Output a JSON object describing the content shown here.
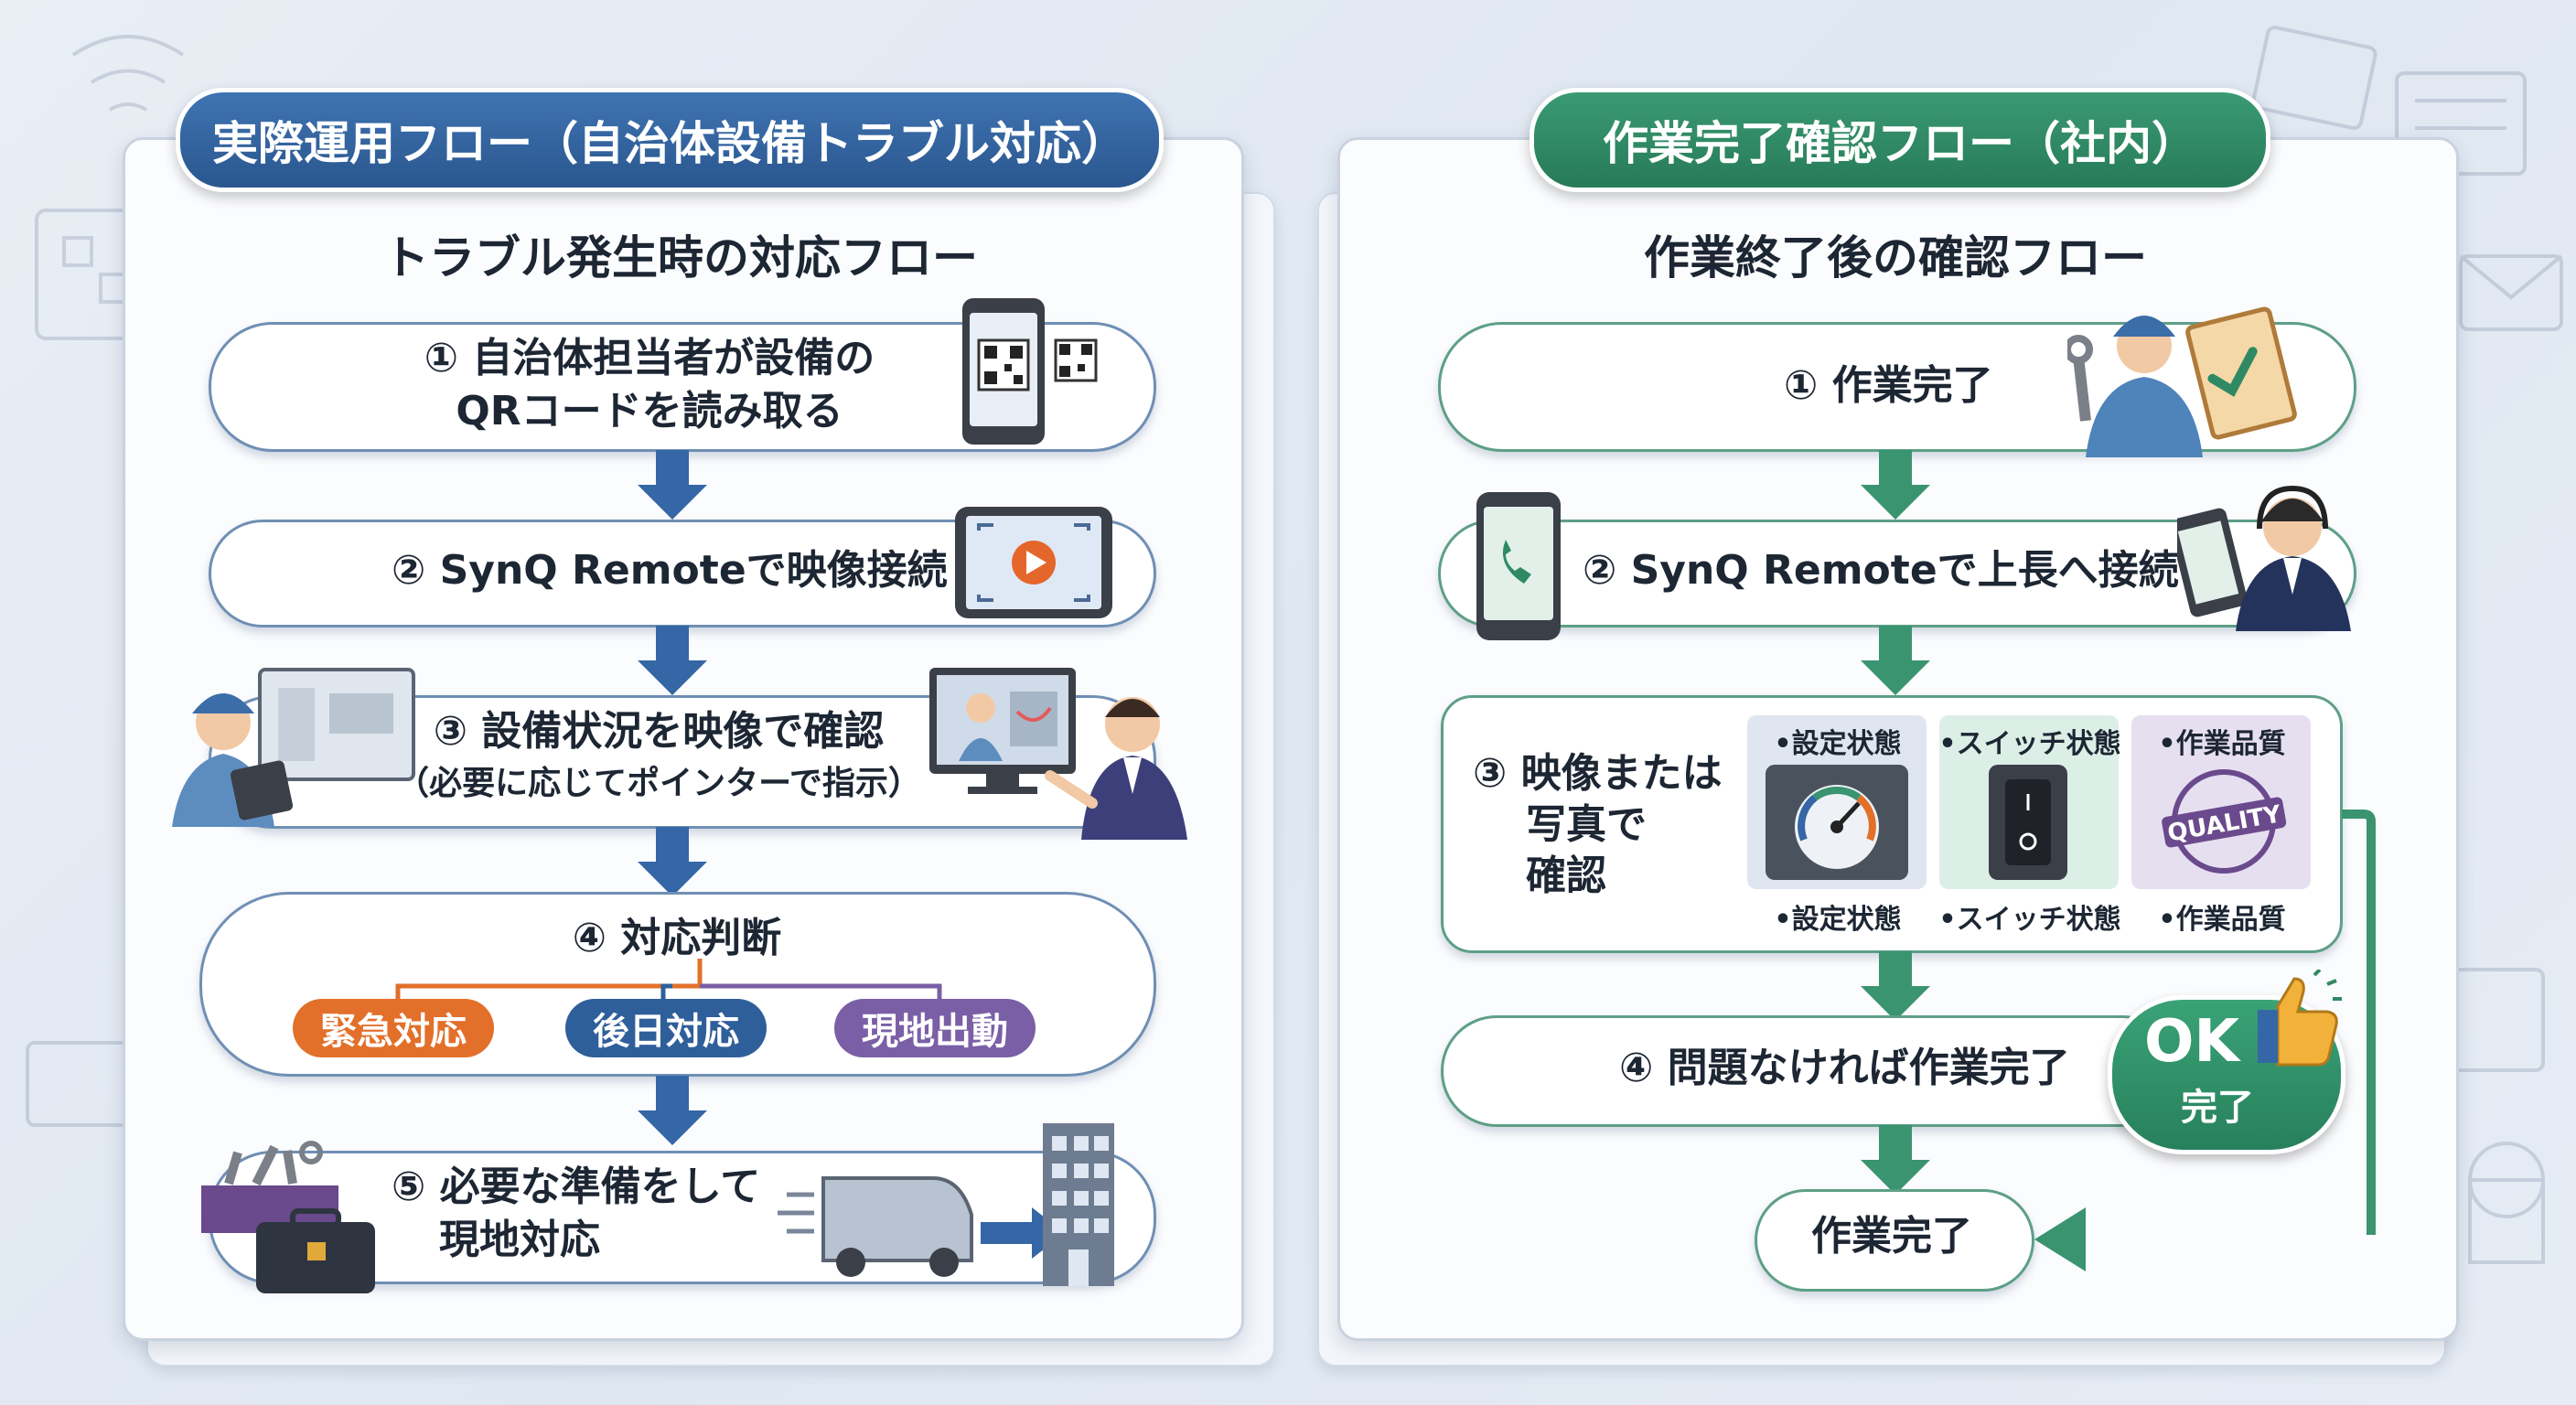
{
  "colors": {
    "blue_accent": "#2f5f9a",
    "green_accent": "#2f8a64",
    "orange": "#e2702a",
    "purple": "#7a5fa6",
    "arrow_blue": "#3566a6",
    "arrow_green": "#3a9470"
  },
  "left": {
    "title": "実際運用フロー（自治体設備トラブル対応）",
    "subtitle": "トラブル発生時の対応フロー",
    "step1": {
      "line1": "① 自治体担当者が設備の",
      "line2": "QRコードを読み取る",
      "icon": "qr-phone-icon"
    },
    "step2": {
      "label": "② SynQ Remoteで映像接続",
      "icon": "video-tablet-icon"
    },
    "step3": {
      "line1": "③ 設備状況を映像で確認",
      "line2": "（必要に応じてポインターで指示）"
    },
    "step4": {
      "label": "④ 対応判断",
      "options": [
        "緊急対応",
        "後日対応",
        "現地出動"
      ]
    },
    "step5": {
      "line1": "⑤ 必要な準備をして",
      "line2": "現地対応"
    }
  },
  "right": {
    "title": "作業完了確認フロー（社内）",
    "subtitle": "作業終了後の確認フロー",
    "step1": {
      "label": "① 作業完了"
    },
    "step2": {
      "label": "② SynQ Remoteで上長へ接続"
    },
    "step3": {
      "line1": "③ 映像または",
      "line2": "写真で",
      "line3": "確認",
      "tiles": [
        {
          "top": "•設定状態",
          "bottom": "•設定状態",
          "color": "#dfe6f0"
        },
        {
          "top": "•スイッチ状態",
          "bottom": "•スイッチ状態",
          "color": "#dcefe6"
        },
        {
          "top": "•作業品質",
          "bottom": "•作業品質",
          "color": "#e6dff0"
        }
      ],
      "quality_stamp": "QUALITY"
    },
    "step4": {
      "label": "④ 問題なければ作業完了"
    },
    "ok_badge": {
      "ok": "OK",
      "done": "完了"
    },
    "final": {
      "label": "作業完了"
    }
  }
}
